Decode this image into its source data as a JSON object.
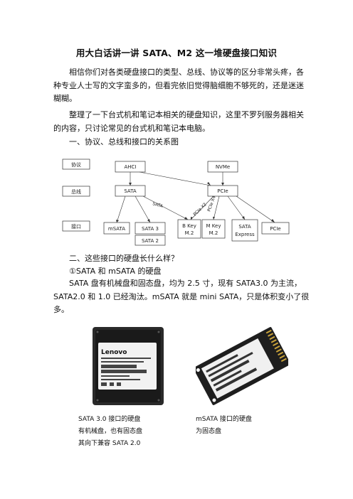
{
  "title": "用大白话讲一讲 SATA、M2 这一堆硬盘接口知识",
  "intro": "相信你们对各类硬盘接口的类型、总线、协议等的区分非常头疼，各种专业人士写的文字蛮多的，但看完依旧觉得脑细胞不够死的，还是迷迷糊糊。",
  "intro2": "整理了一下台式机和笔记本相关的硬盘知识，这里不罗列服务器相关的内容，只讨论常见的台式机和笔记本电脑。",
  "section1": "一、协议、总线和接口的关系图",
  "diagram": {
    "row_labels": [
      "协议",
      "总线",
      "接口"
    ],
    "protocols": [
      "AHCI",
      "NVMe"
    ],
    "buses": [
      "SATA",
      "PCIe"
    ],
    "interfaces": [
      "mSATA",
      "SATA 3",
      "SATA 2",
      "B Key\nM.2",
      "M Key\nM.2",
      "SATA\nExpress",
      "PCIe"
    ],
    "edge_labels": [
      "SATA",
      "PCIe X2",
      "PCIe X4"
    ]
  },
  "section2": "二、这些接口的硬盘长什么样？",
  "sub1": "①SATA 和 mSATA 的硬盘",
  "body1": "SATA 盘有机械盘和固态盘，均为 2.5 寸，现有 SATA3.0 为主流，SATA2.0 和 1.0 已经淘汰。mSATA 就是 mini SATA，只是体积变小了很多。",
  "photos": {
    "left_brand": "Lenovo",
    "left_caption": [
      "SATA 3.0 接口的硬盘",
      "有机械盘，也有固态盘",
      "其向下兼容 SATA 2.0"
    ],
    "right_caption": [
      "mSATA 接口的硬盘",
      "为固态盘"
    ]
  }
}
